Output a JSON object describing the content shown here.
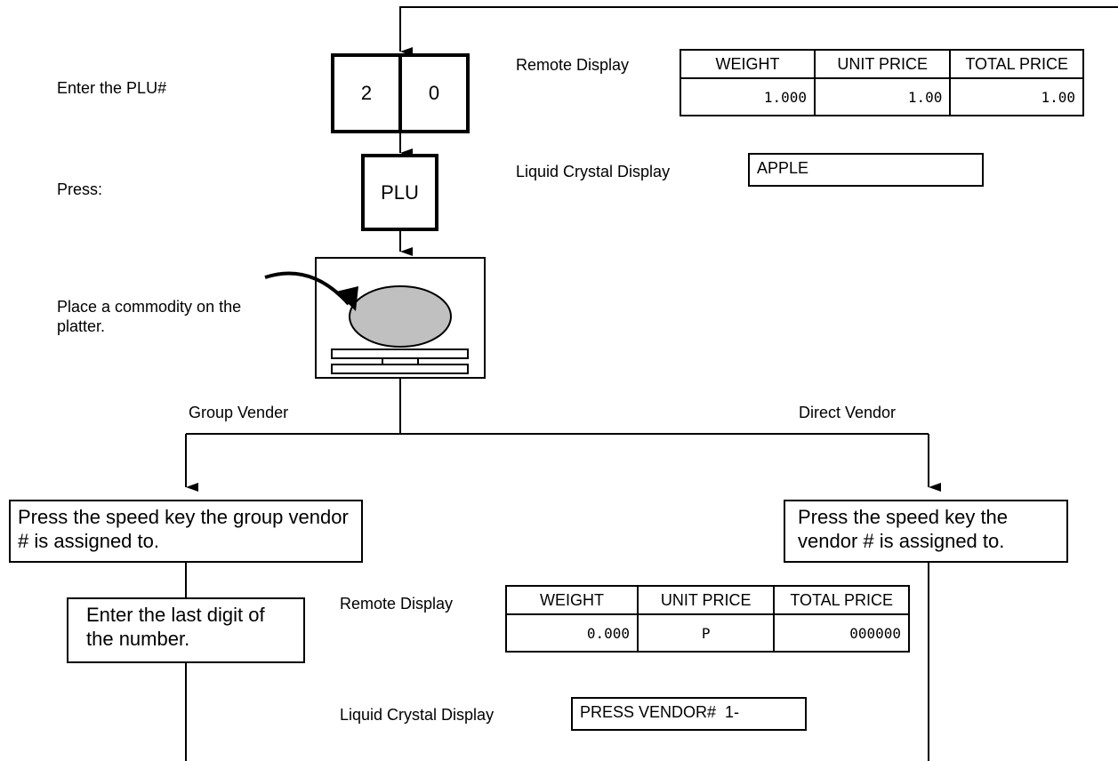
{
  "steps": {
    "enter_plu": "Enter the PLU#",
    "press": "Press:",
    "place_commodity": "Place a commodity on the platter."
  },
  "keys": {
    "digit1": "2",
    "digit2": "0",
    "plu": "PLU"
  },
  "remote_display_1": {
    "label": "Remote Display",
    "headers": [
      "WEIGHT",
      "UNIT PRICE",
      "TOTAL PRICE"
    ],
    "values": [
      "1.000",
      "1.00",
      "1.00"
    ]
  },
  "lcd_1": {
    "label": "Liquid Crystal Display",
    "text": "APPLE"
  },
  "branches": {
    "group": "Group Vender",
    "direct": "Direct Vendor"
  },
  "boxes": {
    "group_press": "Press the speed key the group vendor # is assigned to.",
    "direct_press": "Press the speed key the vendor # is assigned to.",
    "last_digit": "Enter the last digit of the number."
  },
  "remote_display_2": {
    "label": "Remote Display",
    "headers": [
      "WEIGHT",
      "UNIT PRICE",
      "TOTAL PRICE"
    ],
    "values": [
      "0.000",
      "P",
      "000000"
    ]
  },
  "lcd_2": {
    "label": "Liquid Crystal Display",
    "text": "PRESS VENDOR#  1-"
  }
}
